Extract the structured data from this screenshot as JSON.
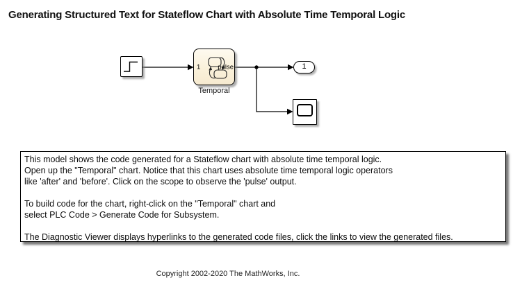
{
  "title": "Generating Structured Text for Stateflow Chart with Absolute Time Temporal Logic",
  "diagram": {
    "step_block": {
      "icon": "step-signal-icon"
    },
    "chart": {
      "name": "Temporal",
      "input_label": "1",
      "output_label": "pulse",
      "icon": "stateflow-chart-icon",
      "fill_top": "#FEFAF0",
      "fill_bottom": "#F6EAD0"
    },
    "outport": {
      "label": "1"
    },
    "scope_block": {
      "icon": "scope-icon"
    },
    "wire_color": "#000000"
  },
  "description": {
    "lines": [
      "This model shows the code generated for a Stateflow chart with absolute time temporal logic.",
      "Open up the \"Temporal\" chart. Notice that this chart uses absolute time temporal logic operators",
      "like 'after' and 'before'. Click on the scope to observe the 'pulse' output.",
      "",
      "To build code for the chart, right-click on the \"Temporal\" chart and",
      "select PLC Code > Generate Code for Subsystem.",
      "",
      "The Diagnostic Viewer displays hyperlinks to the generated code files, click the links to view the generated files."
    ]
  },
  "copyright": "Copyright 2002-2020 The MathWorks, Inc."
}
